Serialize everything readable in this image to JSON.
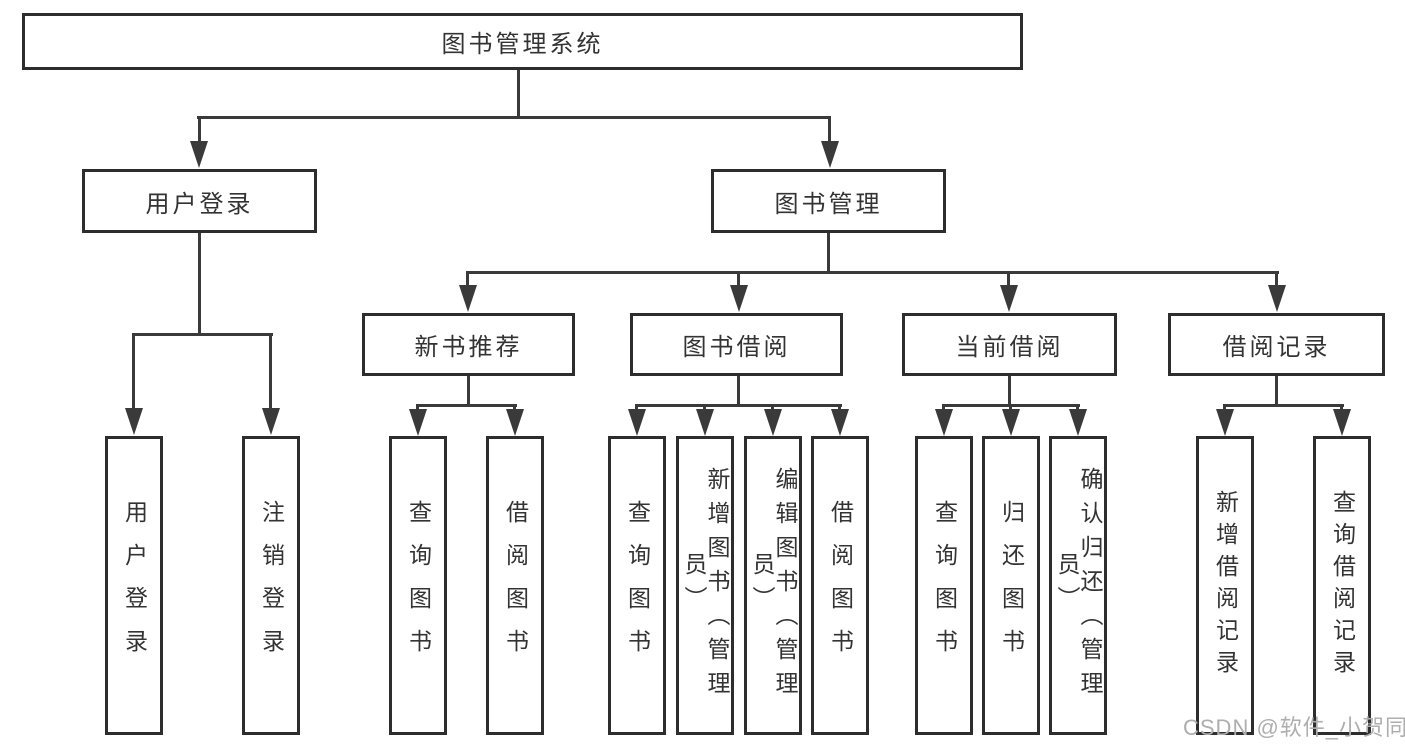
{
  "nodes": {
    "root": "图书管理系统",
    "level1": [
      "用户登录",
      "图书管理"
    ],
    "level2": [
      "新书推荐",
      "图书借阅",
      "当前借阅",
      "借阅记录"
    ],
    "leaves": {
      "user_login": [
        "用户登录",
        "注销登录"
      ],
      "recommend": [
        "查询图书",
        "借阅图书"
      ],
      "borrow": [
        "查询图书",
        "新增图书（管理员）",
        "编辑图书（管理员）",
        "借阅图书"
      ],
      "current": [
        "查询图书",
        "归还图书",
        "确认归还（管理员）"
      ],
      "records": [
        "新增借阅记录",
        "查询借阅记录"
      ]
    }
  },
  "watermark": "CSDN @软件_小贺同学",
  "colors": {
    "background": "#ffffff",
    "box_fill": "#ffffff",
    "box_border": "#2d2d2d",
    "line": "#3a3a3a",
    "text": "#333333",
    "watermark": "#aeaeae"
  }
}
